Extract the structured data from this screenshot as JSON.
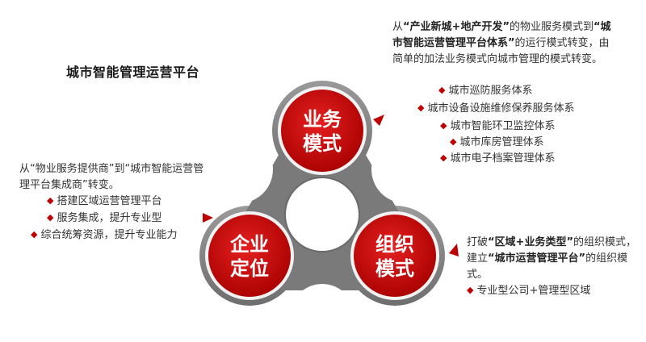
{
  "title": "城市智能管理运营平台",
  "colors": {
    "accent": "#c00000",
    "ring": "#7f7f7f",
    "ring_dark": "#5a5a5a"
  },
  "hubs": [
    {
      "id": "business",
      "line1": "业务",
      "line2": "模式"
    },
    {
      "id": "enterprise",
      "line1": "企业",
      "line2": "定位"
    },
    {
      "id": "organization",
      "line1": "组织",
      "line2": "模式"
    }
  ],
  "business_text": {
    "parts": [
      "从",
      "“产业新城+地产开发”",
      "的物业服务模式到",
      "“城市智能运营管理平台体系”",
      "的运行模式转变，由简单的加法业务模式向城市管理的模式转变。"
    ],
    "bullets": [
      "城市巡防服务体系",
      "城市设备设施维修保养服务体系",
      "城市智能环卫监控体系",
      "城市库房管理体系",
      "城市电子档案管理体系"
    ]
  },
  "enterprise_text": {
    "paragraph": "从“物业服务提供商”到“城市智能运营管理平台集成商”转变。",
    "bullets": [
      "搭建区域运营管理平台",
      "服务集成，提升专业型",
      "综合统筹资源，提升专业能力"
    ]
  },
  "organization_text": {
    "parts": [
      "打破",
      "“区域+业务类型”",
      "的组织模式，建立",
      "“城市运营管理平台”",
      "的组织模式。"
    ],
    "bullets": [
      "专业型公司+管理型区域"
    ]
  }
}
